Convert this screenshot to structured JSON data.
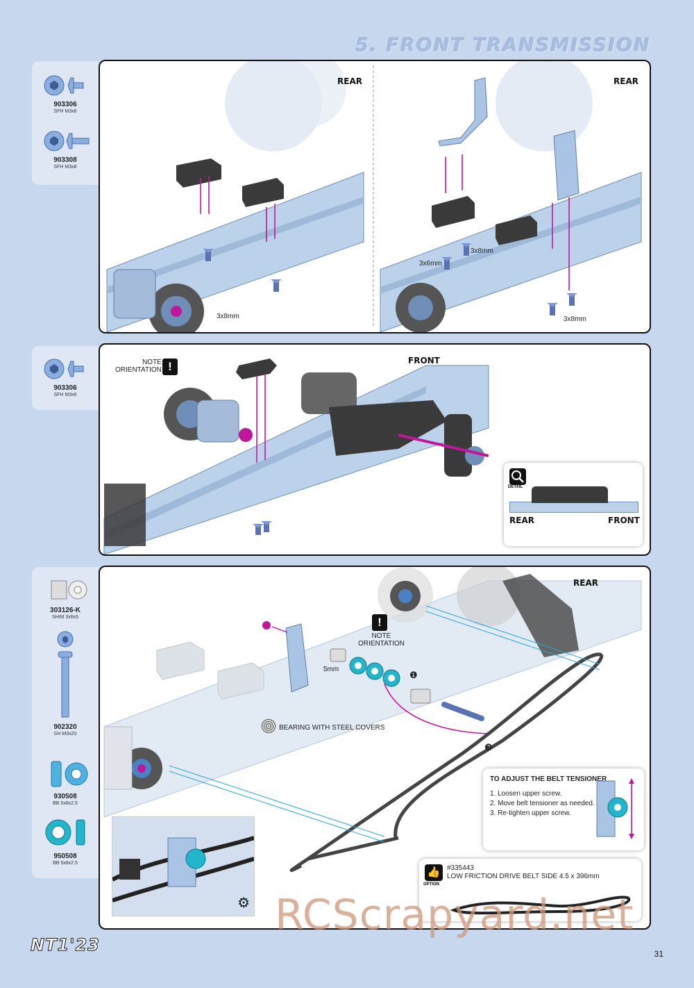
{
  "page": {
    "section_title": "5. FRONT TRANSMISSION",
    "page_number": "31",
    "logo": "NT1'23",
    "watermark": "RCScrapyard.net"
  },
  "directions": {
    "rear": "REAR",
    "front": "FRONT"
  },
  "step1": {
    "parts": [
      {
        "number": "903306",
        "desc": "SFH M3x6"
      },
      {
        "number": "903308",
        "desc": "SFH M3x8"
      }
    ],
    "labels": {
      "left_screw": "3x8mm",
      "right_a": "3x8mm",
      "right_b": "3x6mm",
      "right_c": "3x8mm"
    }
  },
  "step2": {
    "parts": [
      {
        "number": "903306",
        "desc": "SFH M3x6"
      }
    ],
    "note_line1": "NOTE",
    "note_line2": "ORIENTATION",
    "detail_label": "DETAIL"
  },
  "step3": {
    "parts": [
      {
        "number": "303126-K",
        "desc": "SHIM 3x6x5"
      },
      {
        "number": "902320",
        "desc": "SH M3x20"
      },
      {
        "number": "930508",
        "desc": "BB 5x8x2.5"
      },
      {
        "number": "950508",
        "desc": "BB 5x8x2.5"
      }
    ],
    "note_line1": "NOTE",
    "note_line2": "ORIENTATION",
    "spacer_label": "5mm",
    "bearing_label": "BEARING WITH STEEL COVERS",
    "marker1": "❶",
    "marker2": "❷",
    "adjust": {
      "title": "TO ADJUST THE BELT TENSIONER",
      "steps": [
        "1. Loosen upper screw.",
        "2. Move belt tensioner as needed.",
        "3. Re-tighten upper screw."
      ]
    },
    "option": {
      "tag": "OPTION",
      "part": "#335443",
      "desc": "LOW FRICTION DRIVE BELT SIDE 4.5 x 396mm"
    }
  },
  "colors": {
    "background": "#c6d7ee",
    "part": "#aac4e6",
    "dark_part": "#3a3a3a",
    "arrow": "#c0169a",
    "belt_guide": "#2aa7d8",
    "bearing": "#22b5cc"
  }
}
